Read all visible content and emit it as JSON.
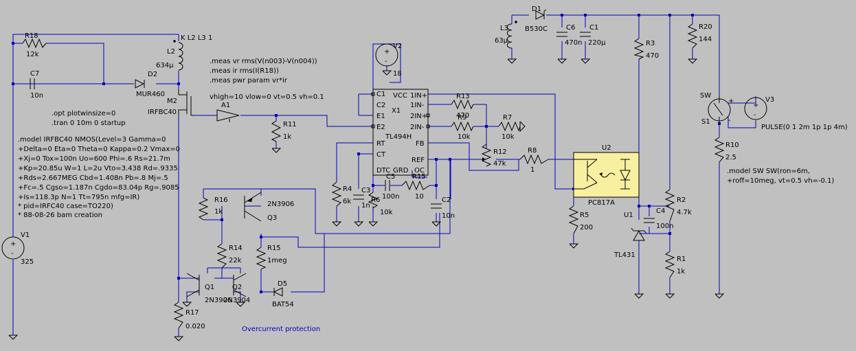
{
  "directives": {
    "meas_vr": ".meas vr rms(V(n003)-V(n004))",
    "meas_ir": ".meas ir rms(I(R18))",
    "meas_pwr": ".meas pwr param vr*ir",
    "a1_params": "vhigh=10 vlow=0 vt=0.5 vh=0.1",
    "opt": ".opt plotwinsize=0",
    "tran": ".tran 0 10m 0 startup",
    "k": "K L2 L3 1",
    "model_sw": ".model SW SW(ron=6m,",
    "model_sw2": "+roff=10meg, vt=0.5 vh=-0.1)",
    "pulse": "PULSE(0 1 2m 1p 1p 4m)",
    "note": "Overcurrent protection"
  },
  "model_lines": [
    ".model IRFBC40  NMOS(Level=3 Gamma=0",
    "+Delta=0 Eta=0 Theta=0 Kappa=0.2 Vmax=0",
    "+Xj=0 Tox=100n Uo=600 Phi=.6 Rs=21.7m",
    "+Kp=20.85u W=1 L=2u Vto=3.438 Rd=.9335",
    "+Rds=2.667MEG Cbd=1.408n Pb=.8 Mj=.5",
    "+Fc=.5 Cgso=1.187n Cgdo=83.04p Rg=.9085",
    "+Is=118.3p N=1 Tt=795n mfg=IR)",
    "* pid=IRFC40 case=TO220)",
    "* 88-08-26 bam    creation"
  ],
  "components": {
    "R18": {
      "name": "R18",
      "value": "12k"
    },
    "C7": {
      "name": "C7",
      "value": "10n"
    },
    "L2": {
      "name": "L2",
      "value": "634μ"
    },
    "D2": {
      "name": "D2",
      "value": "MUR460"
    },
    "M2": {
      "name": "M2",
      "value": "IRFBC40"
    },
    "A1": {
      "name": "A1"
    },
    "R11": {
      "name": "R11",
      "value": "1k"
    },
    "V1": {
      "name": "V1",
      "value": "325"
    },
    "V2": {
      "name": "V2",
      "value": "18"
    },
    "X1": {
      "name": "X1",
      "value": "TL494H"
    },
    "R13": {
      "name": "R13",
      "value": "470"
    },
    "R9": {
      "name": "R9",
      "value": "10k"
    },
    "R7": {
      "name": "R7",
      "value": "10k"
    },
    "R12": {
      "name": "R12",
      "value": "47k"
    },
    "R8": {
      "name": "R8",
      "value": "1"
    },
    "R4": {
      "name": "R4",
      "value": "6k"
    },
    "C3": {
      "name": "C3",
      "value": "1n"
    },
    "R6": {
      "name": "R6",
      "value": "10k"
    },
    "C5": {
      "name": "C5",
      "value": "100n"
    },
    "R15a": {
      "name": "R15",
      "value": "10"
    },
    "C2": {
      "name": "C2",
      "value": "10n"
    },
    "R16": {
      "name": "R16",
      "value": "1k"
    },
    "Q3": {
      "name": "Q3",
      "value": "2N3906"
    },
    "R14": {
      "name": "R14",
      "value": "22k"
    },
    "R15": {
      "name": "R15",
      "value": "1meg"
    },
    "Q1": {
      "name": "Q1",
      "value": "2N3906"
    },
    "Q2": {
      "name": "Q2",
      "value": "2N3904"
    },
    "D5": {
      "name": "D5",
      "value": "BAT54"
    },
    "R17": {
      "name": "R17",
      "value": "0.020"
    },
    "L3": {
      "name": "L3",
      "value": "63μ"
    },
    "D1": {
      "name": "D1",
      "value": "B530C"
    },
    "C6": {
      "name": "C6",
      "value": "470n"
    },
    "C1": {
      "name": "C1",
      "value": "220μ"
    },
    "R3": {
      "name": "R3",
      "value": "470"
    },
    "R20": {
      "name": "R20",
      "value": "144"
    },
    "U2": {
      "name": "U2",
      "value": "PC817A"
    },
    "R5": {
      "name": "R5",
      "value": "200"
    },
    "U1": {
      "name": "U1",
      "value": "TL431"
    },
    "C4": {
      "name": "C4",
      "value": "100n"
    },
    "R2": {
      "name": "R2",
      "value": "4.7k"
    },
    "R1": {
      "name": "R1",
      "value": "1k"
    },
    "SW": {
      "name": "SW"
    },
    "S1": {
      "name": "S1"
    },
    "V3": {
      "name": "V3"
    },
    "R10": {
      "name": "R10",
      "value": "2.5"
    }
  },
  "x1_pins": {
    "c1": "C1",
    "c2": "C2",
    "e1": "E1",
    "e2": "E2",
    "rt": "RT",
    "ct": "CT",
    "dtc": "DTC",
    "grd": "GRD",
    "vcc": "VCC",
    "in1p": "1IN+",
    "in1n": "1IN-",
    "in2p": "2IN+",
    "in2n": "2IN-",
    "fb": "FB",
    "ref": "REF",
    "oc": "OC"
  },
  "symbols": {
    "plus": "+",
    "minus": "-"
  },
  "colors": {
    "background": "#c0c0c0",
    "wire": "#0000c0",
    "component": "#000000",
    "optocoupler_fill": "#f8f0a0"
  }
}
